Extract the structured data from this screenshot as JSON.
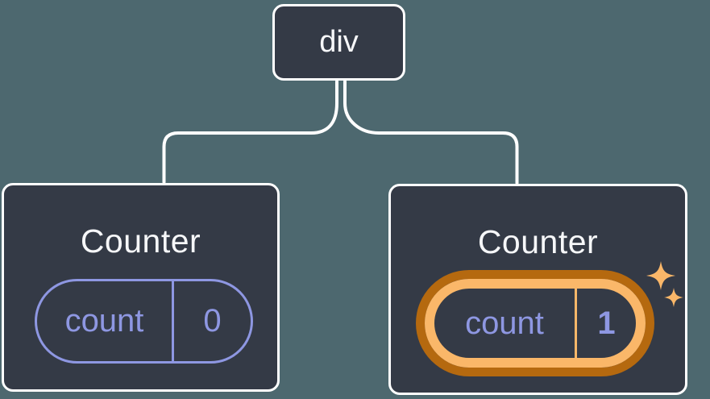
{
  "diagram": {
    "description": "React component tree: a div root with two Counter children; second Counter state is highlighted",
    "root": {
      "label": "div"
    },
    "children": [
      {
        "title": "Counter",
        "state_key": "count",
        "state_value": "0",
        "highlighted": false
      },
      {
        "title": "Counter",
        "state_key": "count",
        "state_value": "1",
        "highlighted": true
      }
    ]
  },
  "colors": {
    "background": "#4D686F",
    "node-fill": "#343A46",
    "line": "#FFFFFF",
    "text": "#F6F7F9",
    "purple": "#8E97E2",
    "orange-light": "#FAB769",
    "orange-dark": "#B5690F"
  }
}
